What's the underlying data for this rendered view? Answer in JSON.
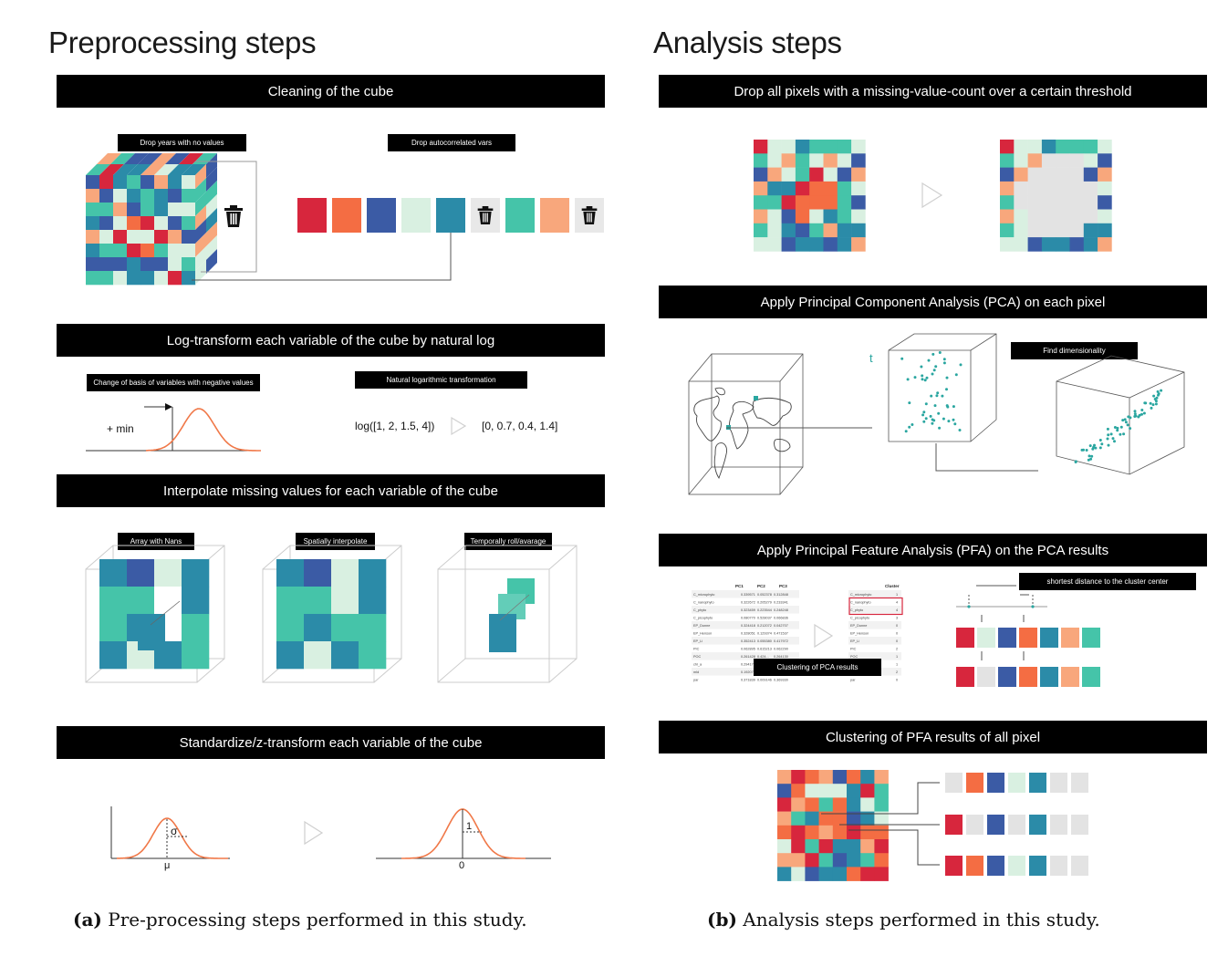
{
  "left": {
    "heading": "Preprocessing steps",
    "step1": {
      "bar": "Cleaning of the cube",
      "tag_years": "Drop years with no values",
      "tag_vars": "Drop autocorrelated vars",
      "strip": [
        "#d7263d",
        "#f46d43",
        "#3b5ba5",
        "#d9f0e1",
        "#2b8ba8",
        "trash",
        "#45c4a9",
        "#f8a77c",
        "trash"
      ]
    },
    "step2": {
      "bar": "Log-transform each variable of the cube by natural log",
      "tag_basis": "Change of basis of variables with negative values",
      "tag_log": "Natural logarithmic transformation",
      "min_label": "+ min",
      "log_expr": "log([1, 2, 1.5, 4])",
      "log_result": "[0, 0.7, 0.4, 1.4]"
    },
    "step3": {
      "bar": "Interpolate missing values for each variable of the cube",
      "tag_nans": "Array with Nans",
      "tag_spatial": "Spatially interpolate",
      "tag_temporal": "Temporally roll/avarage"
    },
    "step4": {
      "bar": "Standardize/z-transform each variable of the cube",
      "sigma": "σ",
      "mu": "μ",
      "one": "1",
      "zero": "0"
    },
    "caption_label": "(a)",
    "caption_text": "Pre-processing steps performed in this study."
  },
  "right": {
    "heading": "Analysis steps",
    "step1": {
      "bar": "Drop all pixels with a missing-value-count over a certain threshold"
    },
    "step2": {
      "bar": "Apply Principal Component Analysis (PCA) on each pixel",
      "tag_dim": "Find dimensionality",
      "t_label": "t"
    },
    "step3": {
      "bar": "Apply Principal Feature Analysis (PFA) on the PCA results",
      "tag_cluster": "Clustering of PCA results",
      "tag_distance": "shortest distance to the cluster center",
      "pca_headers": [
        "PC1",
        "PC2",
        "PC3"
      ],
      "pca_rows": [
        [
          "C_microphyto",
          "0.339571",
          "0.052378",
          "0.312848"
        ],
        [
          "C_nanophyto",
          "0.322672",
          "0.205279",
          "0.233341"
        ],
        [
          "C_phyto",
          "0.323459",
          "0.223544",
          "0.248248"
        ],
        [
          "C_picophyto",
          "0.080770",
          "0.528037",
          "0.066836"
        ],
        [
          "EP_Dunne",
          "0.324418",
          "0.212072",
          "0.042707"
        ],
        [
          "EP_Henson",
          "0.328051",
          "0.129374",
          "0.471537"
        ],
        [
          "EP_Li",
          "0.352413",
          "0.055380",
          "0.417972"
        ],
        [
          "PIC",
          "0.062895",
          "0.615213",
          "0.062290"
        ],
        [
          "POC",
          "0.261428",
          "0.424...",
          "0.264130"
        ],
        [
          "chl_a",
          "0.294176",
          "0.4...",
          "..."
        ],
        [
          "mld",
          "0.192076",
          "0.4...",
          "..."
        ],
        [
          "par",
          "0.371839",
          "0.009146",
          "0.369330"
        ]
      ],
      "cluster_header": "Cluster",
      "cluster_rows": [
        [
          "C_microphyto",
          "1"
        ],
        [
          "C_nanophyto",
          "4"
        ],
        [
          "C_phyto",
          "4"
        ],
        [
          "C_picophyto",
          "3"
        ],
        [
          "EP_Dunne",
          "0"
        ],
        [
          "EP_Henson",
          "0"
        ],
        [
          "EP_Li",
          "0"
        ],
        [
          "PIC",
          "2"
        ],
        [
          "POC",
          "1"
        ],
        [
          "chl_a",
          "1"
        ],
        [
          "mld",
          "2"
        ],
        [
          "par",
          "0"
        ]
      ]
    },
    "step4": {
      "bar": "Clustering of PFA results of all pixel"
    },
    "caption_label": "(b)",
    "caption_text": "Analysis steps performed in this study."
  },
  "colors": {
    "red": "#d7263d",
    "orange": "#f46d43",
    "blue": "#3b5ba5",
    "pale": "#d9f0e1",
    "teal": "#2b8ba8",
    "green": "#45c4a9",
    "peach": "#f8a77c",
    "grey": "#e3e3e3",
    "curve": "#f07848",
    "dot": "#2aa6a0"
  }
}
